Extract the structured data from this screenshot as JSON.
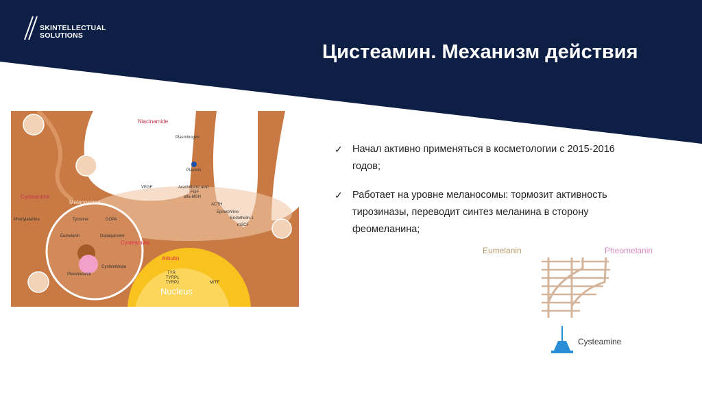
{
  "header": {
    "logo": {
      "line1": "SKINTELLECTUAL",
      "line2": "SOLUTIONS"
    },
    "title": "Цистеамин. Механизм действия",
    "color": "#0d1f45"
  },
  "bullets": [
    {
      "icon": "check-icon",
      "text": "Начал активно применяться в косметологии с 2015-2016 годов;"
    },
    {
      "icon": "check-icon",
      "text": "Работает на уровне меланосомы: тормозит активность тирозиназы, переводит синтез меланина в сторону феомеланина;"
    }
  ],
  "cell_diagram": {
    "labels": {
      "niacinamide": "Niacinamide",
      "cysteamine_left": "Cysteamine",
      "melanosome": "Melanosome",
      "phenylalanine": "Phenylalanine",
      "tyrosine": "Tyrosine",
      "dopa": "DOPA",
      "eumelanin": "Eumelanin",
      "dopaquinone": "Dopaquinone",
      "cysteamine_inner": "Cysteamine",
      "cysteinyldopa": "Cysteinildopa",
      "pheomelanin": "Pheomelanin",
      "plasminogen": "Plasminogen",
      "plasmin": "Plasmin",
      "vegf": "VEGF",
      "arachidonic": "Arachidonic acid",
      "fgf": "FGF",
      "msh": "alfa-MSH",
      "acth": "ACTH",
      "epinephrine": "Epinephrine",
      "endothelin": "Endothelin-1",
      "mscf": "mSCF",
      "arbutin": "Arbutin",
      "tyr": "TYR",
      "tyrp1": "TYRP1",
      "tyrp2": "TYRP2",
      "mitf": "MITF",
      "nucleus": "Nucleus"
    }
  },
  "switch_diagram": {
    "eumelanin": "Eumelanin",
    "pheomelanin": "Pheomelanin",
    "cysteamine": "Cysteamine",
    "colors": {
      "eumelanin": "#b89a6a",
      "pheomelanin": "#d98cbf",
      "track": "#d4b49a",
      "lever": "#2a8fd6"
    }
  }
}
